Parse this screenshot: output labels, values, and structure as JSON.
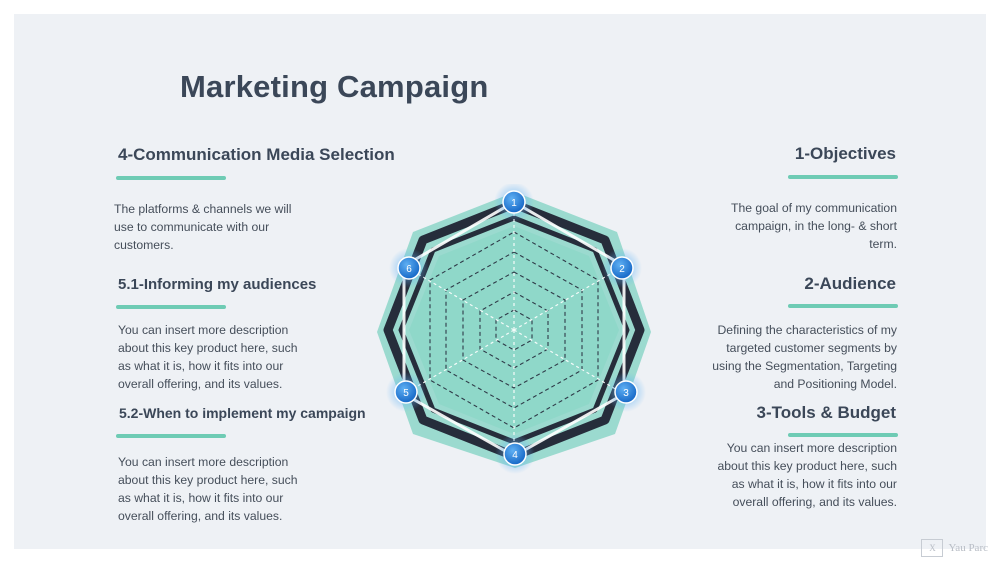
{
  "slide": {
    "title": "Marketing Campaign"
  },
  "left": {
    "section1": {
      "heading": "4-Communication Media Selection",
      "lines": [
        "The platforms & channels we will",
        "use to communicate with our",
        "customers."
      ]
    },
    "section2": {
      "heading": "5.1-Informing my audiences",
      "lines": [
        "You can insert more description",
        "about this key product here, such",
        "as what it is, how it fits into our",
        "overall offering, and its values."
      ]
    },
    "section3": {
      "heading": "5.2-When to implement my campaign",
      "lines": [
        "You can insert more description",
        "about this key product here, such",
        "as what it is, how it fits into our",
        "overall offering, and its values."
      ]
    }
  },
  "right": {
    "section1": {
      "heading": "1-Objectives",
      "lines": [
        "The goal of my communication",
        "campaign, in the long- & short",
        "term."
      ]
    },
    "section2": {
      "heading": "2-Audience",
      "lines": [
        "Defining the characteristics of my",
        "targeted customer segments by",
        "using the Segmentation, Targeting",
        "and Positioning Model."
      ]
    },
    "section3": {
      "heading": "3-Tools & Budget",
      "lines": [
        "You can insert more description",
        "about this key product here, such",
        "as what it is, how it fits into our",
        "overall offering, and its values."
      ]
    }
  },
  "radar": {
    "nodes": [
      "1",
      "2",
      "3",
      "4",
      "5",
      "6"
    ],
    "colors": {
      "fill": "#7fd1c1",
      "ring": "#262d3b",
      "node": "#1e88e5",
      "glow": "#63b4f5"
    }
  },
  "watermark": {
    "icon_text": "X",
    "text": "Yau Parc"
  }
}
